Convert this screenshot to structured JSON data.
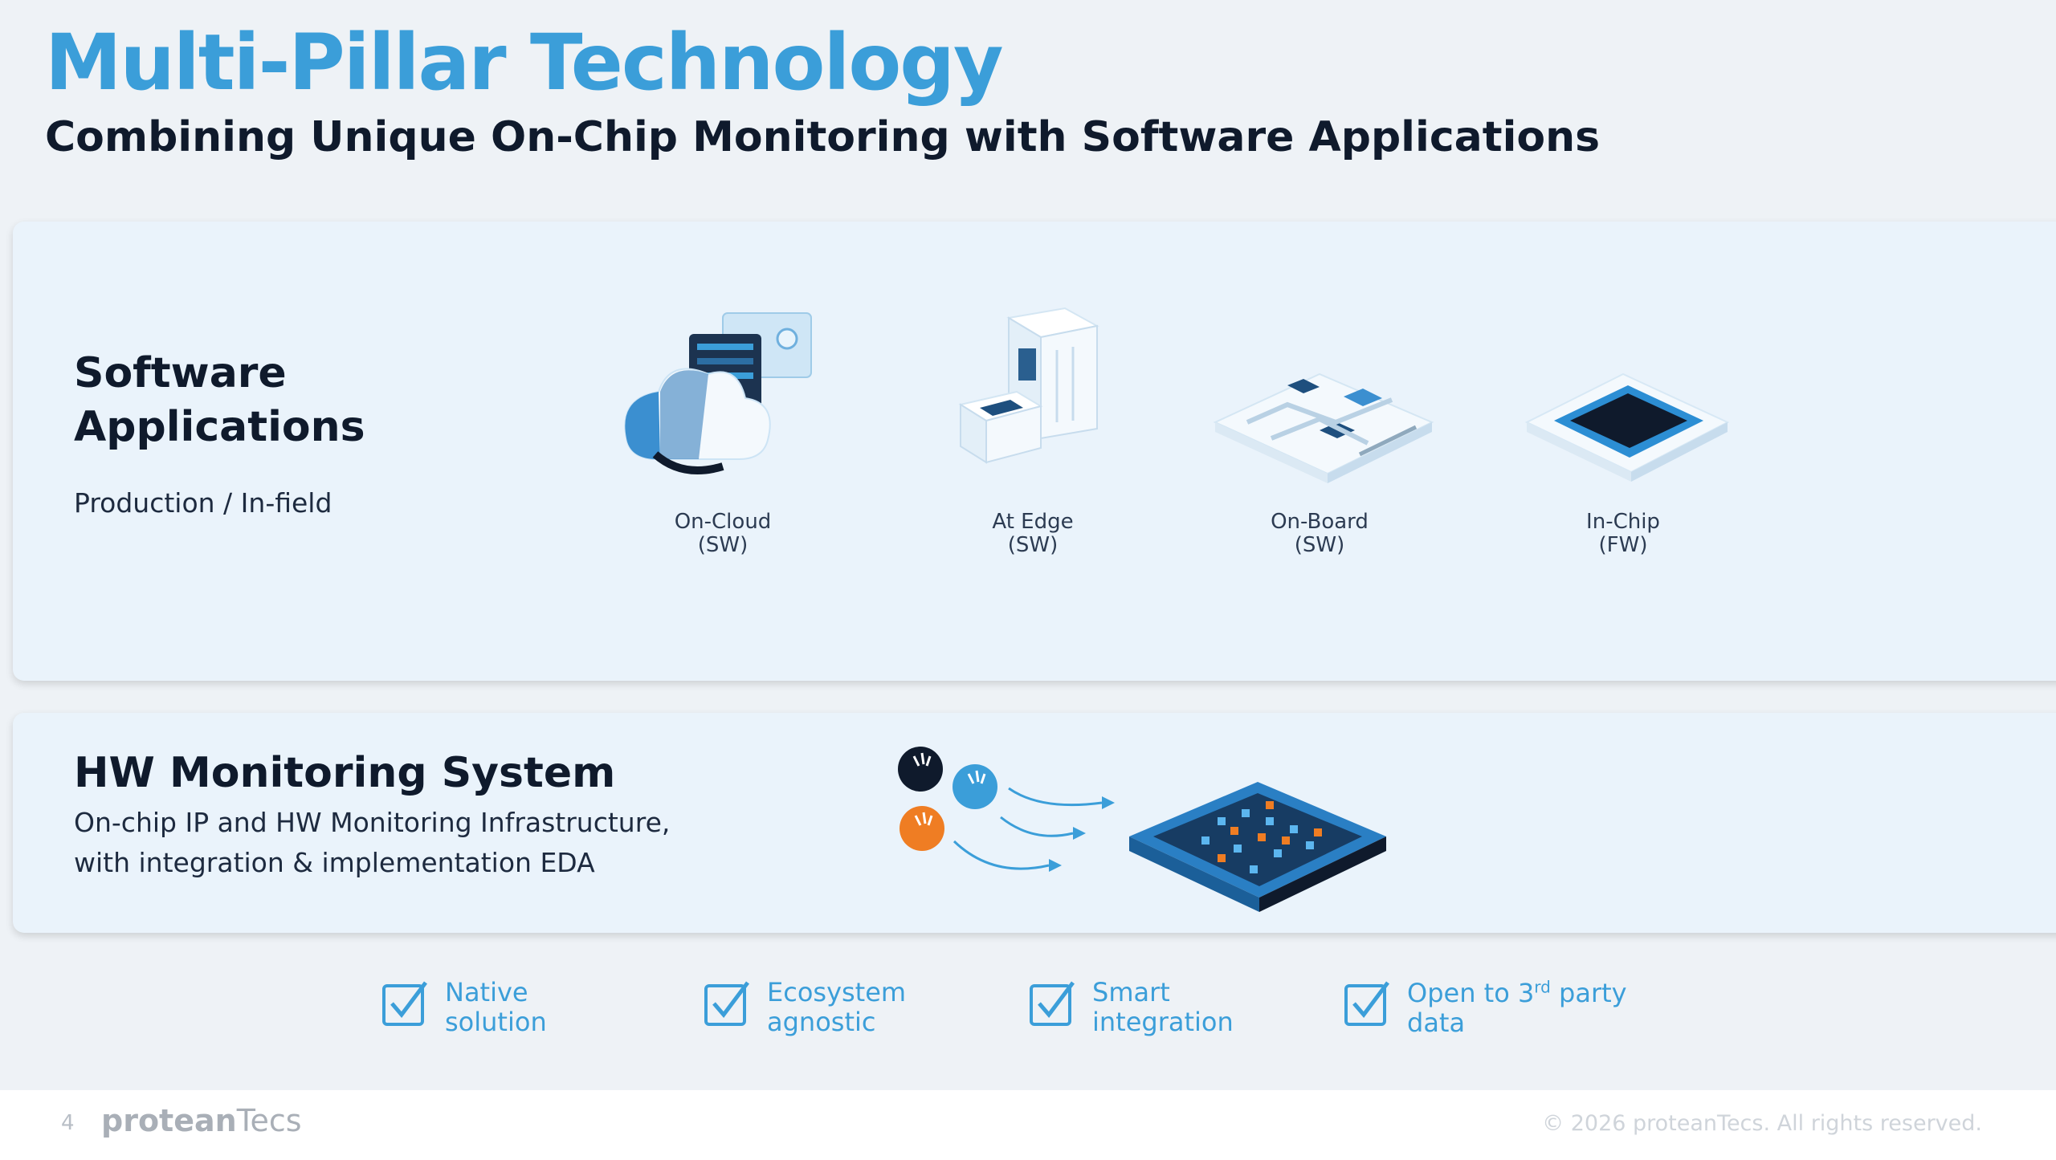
{
  "colors": {
    "title": "#3b9ed9",
    "feature": "#3b9ed9",
    "dark": "#0f1a2c"
  },
  "header": {
    "title": "Multi-Pillar Technology",
    "subtitle": "Combining Unique On-Chip Monitoring with Software Applications"
  },
  "software": {
    "heading_line1": "Software",
    "heading_line2": "Applications",
    "subtext": "Production / In-field",
    "pillars": [
      {
        "name": "On-Cloud",
        "kind": "(SW)",
        "icon": "cloud-server-icon"
      },
      {
        "name": "At Edge",
        "kind": "(SW)",
        "icon": "edge-computer-icon"
      },
      {
        "name": "On-Board",
        "kind": "(SW)",
        "icon": "circuit-board-icon"
      },
      {
        "name": "In-Chip",
        "kind": "(FW)",
        "icon": "chip-icon"
      }
    ]
  },
  "hardware": {
    "heading": "HW Monitoring System",
    "line1": "On-chip IP and HW Monitoring Infrastructure,",
    "line2": "with integration & implementation EDA",
    "icon": "sensor-chip-icon"
  },
  "features": [
    {
      "line1": "Native",
      "line2": "solution"
    },
    {
      "line1": "Ecosystem",
      "line2": "agnostic"
    },
    {
      "line1": "Smart",
      "line2": "integration"
    },
    {
      "line1_pre": "Open to 3",
      "line1_sup": "rd",
      "line1_post": " party",
      "line2": "data"
    }
  ],
  "footer": {
    "page_number": "4",
    "logo_bold": "protean",
    "logo_light": "Tecs",
    "copyright": "© 2026 proteanTecs. All rights reserved."
  }
}
